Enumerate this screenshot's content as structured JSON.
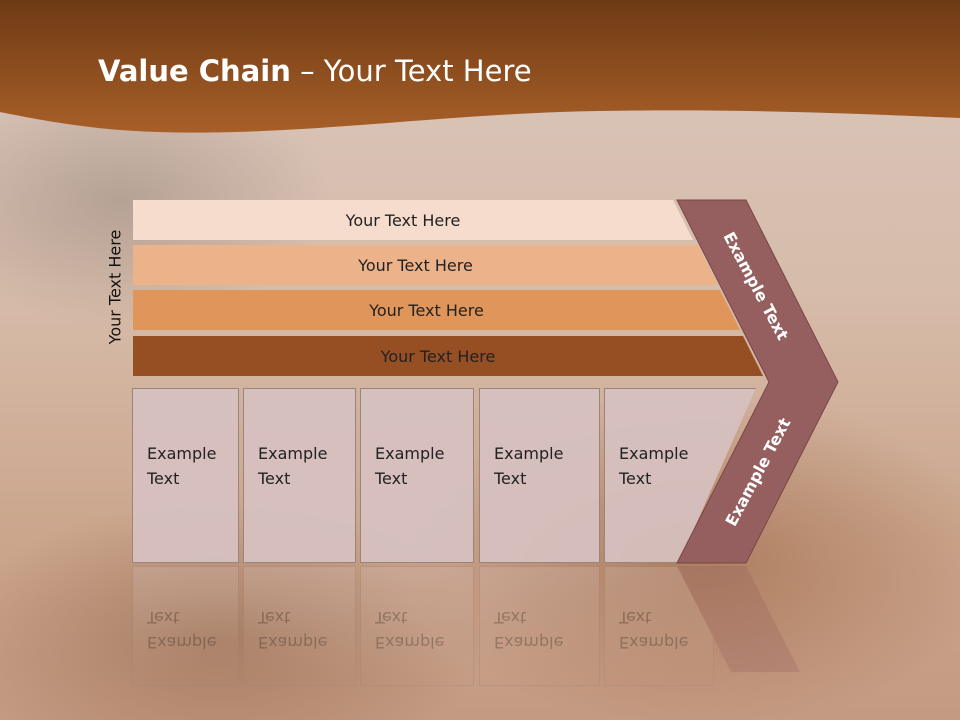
{
  "slide": {
    "title_bold": "Value Chain",
    "title_rest": " – Your Text Here"
  },
  "diagram": {
    "side_label": "Your Text Here",
    "bars": [
      {
        "label": "Your Text Here",
        "color": "#f5dccd"
      },
      {
        "label": "Your Text Here",
        "color": "#ecb38b"
      },
      {
        "label": "Your Text Here",
        "color": "#e0955a"
      },
      {
        "label": "Your Text Here",
        "color": "#954f22"
      }
    ],
    "boxes": [
      {
        "line1": "Example",
        "line2": "Text"
      },
      {
        "line1": "Example",
        "line2": "Text"
      },
      {
        "line1": "Example",
        "line2": "Text"
      },
      {
        "line1": "Example",
        "line2": "Text"
      },
      {
        "line1": "Example",
        "line2": "Text"
      }
    ],
    "chevron": {
      "upper_label": "Example Text",
      "lower_label": "Example Text",
      "color": "#955f5f"
    }
  },
  "colors": {
    "header": "#8a4a1c",
    "box_fill": "#d6c1c0"
  }
}
